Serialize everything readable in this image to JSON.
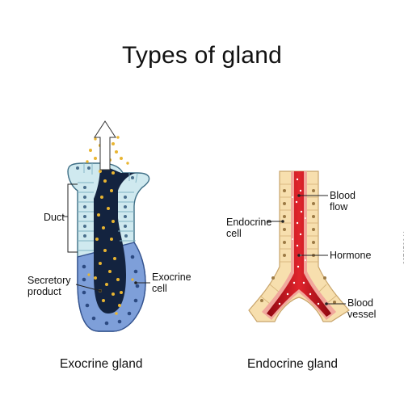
{
  "title": "Types of gland",
  "exocrine": {
    "caption": "Exocrine gland",
    "labels": {
      "duct": "Duct",
      "secretory_product": "Secretory\nproduct",
      "exocrine_cell": "Exocrine\ncell"
    }
  },
  "endocrine": {
    "caption": "Endocrine gland",
    "labels": {
      "endocrine_cell": "Endocrine\ncell",
      "blood_flow": "Blood\nflow",
      "hormone": "Hormone",
      "blood_vessel": "Blood\nvessel"
    }
  },
  "stock_id": "227659041",
  "colors": {
    "duct_cell": "#cfe9ef",
    "secretory_cell": "#7e9fd9",
    "lumen": "#13233f",
    "granule": "#e9b531",
    "endocrine_cell": "#f7dfae",
    "blood": "#c8101c",
    "vessel_wall": "#f1a79c"
  }
}
